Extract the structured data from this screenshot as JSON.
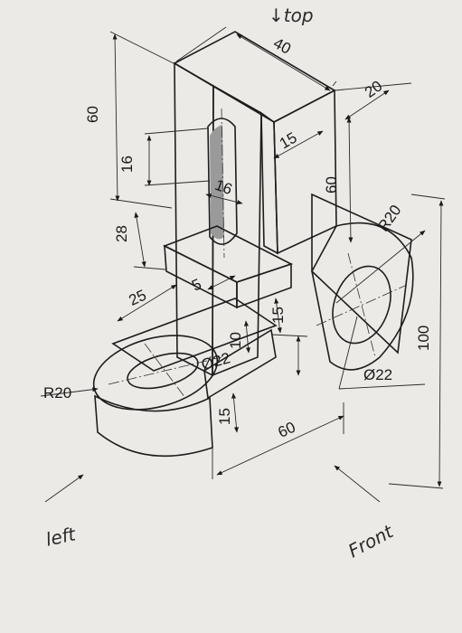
{
  "annotations": {
    "top": "↓top",
    "left": "left",
    "front": "Front"
  },
  "dimensions": {
    "d40": "40",
    "d20": "20",
    "d15_top": "15",
    "d60_left": "60",
    "d16_v": "16",
    "d16_slot": "16",
    "d60_mid": "60",
    "dR20_right": "R20",
    "d28": "28",
    "d25": "25",
    "d5": "5",
    "d15_mid": "15",
    "d10": "10",
    "dphi22_left": "Ø22",
    "dR20_left": "R20",
    "dphi22_right": "Ø22",
    "d100": "100",
    "d15_bot": "15",
    "d60_bot": "60"
  }
}
